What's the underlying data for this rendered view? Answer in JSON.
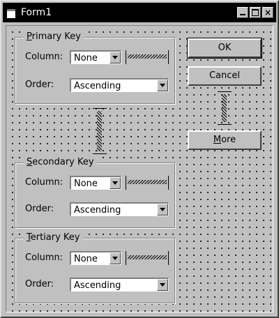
{
  "window": {
    "title": "Form1"
  },
  "titlebar_buttons": {
    "minimize": "",
    "maximize": "",
    "close": "×"
  },
  "groups": {
    "primary": {
      "title_mnemonic": "P",
      "title_rest": "rimary Key",
      "column_label": "Column:",
      "column_value": "None",
      "order_label": "Order:",
      "order_value": "Ascending"
    },
    "secondary": {
      "title_mnemonic": "S",
      "title_rest": "econdary Key",
      "column_label": "Column:",
      "column_value": "None",
      "order_label": "Order:",
      "order_value": "Ascending"
    },
    "tertiary": {
      "title_mnemonic": "T",
      "title_rest": "ertiary Key",
      "column_label": "Column:",
      "column_value": "None",
      "order_label": "Order:",
      "order_value": "Ascending"
    }
  },
  "buttons": {
    "ok": "OK",
    "cancel": "Cancel",
    "more_mnemonic": "M",
    "more_rest": "ore"
  }
}
